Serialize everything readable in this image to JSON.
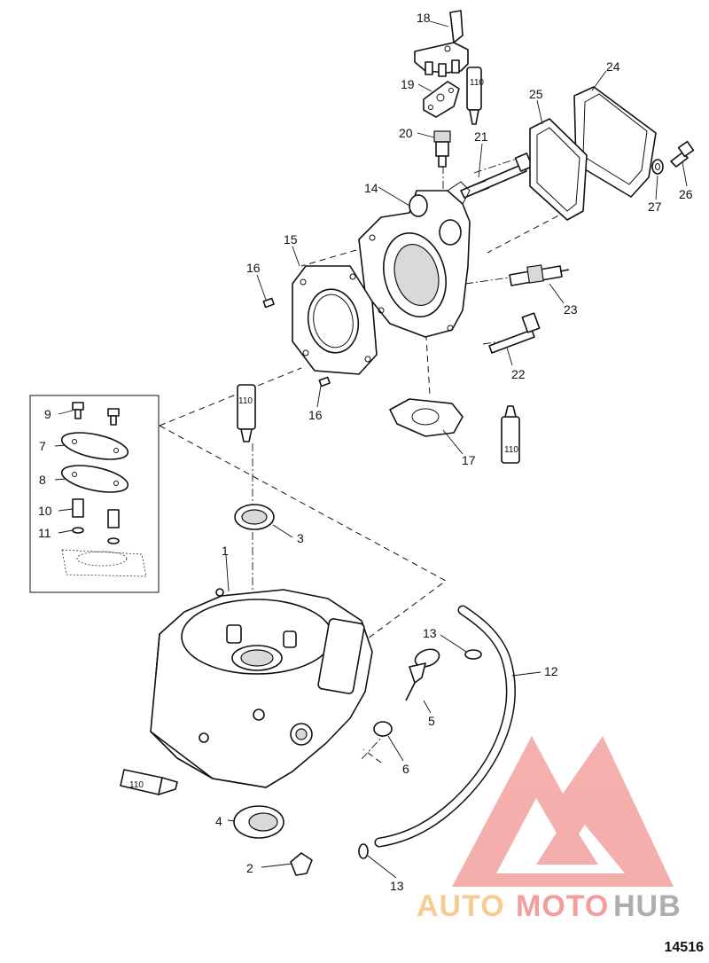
{
  "callouts": {
    "c1": "1",
    "c2": "2",
    "c3": "3",
    "c4": "4",
    "c5": "5",
    "c6": "6",
    "c7": "7",
    "c8": "8",
    "c9": "9",
    "c10": "10",
    "c11": "11",
    "c12": "12",
    "c13a": "13",
    "c13b": "13",
    "c14": "14",
    "c15": "15",
    "c16a": "16",
    "c16b": "16",
    "c17": "17",
    "c18": "18",
    "c19": "19",
    "c20": "20",
    "c21": "21",
    "c22": "22",
    "c23": "23",
    "c24": "24",
    "c25": "25",
    "c26": "26",
    "c27": "27"
  },
  "tubes": {
    "t1": "110",
    "t2": "110",
    "t3": "110",
    "t4": "110"
  },
  "watermark": {
    "part1": "AUTO",
    "part2": "MOTO",
    "part3": "HUB",
    "color_red": "#e8504a",
    "color_orange": "#f3a13c",
    "color_grey": "#6d6d6d"
  },
  "doc_id": "14516"
}
